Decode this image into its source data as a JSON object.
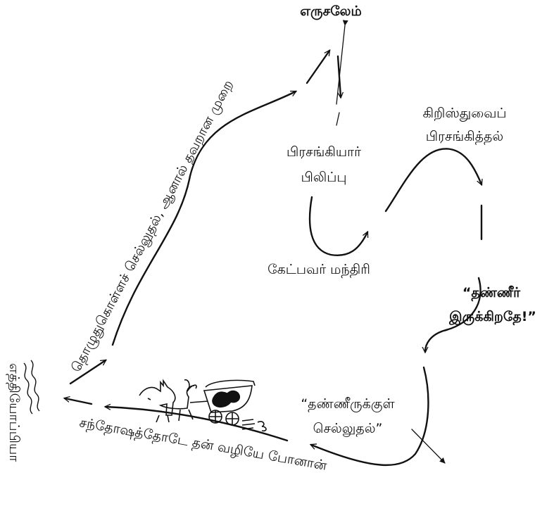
{
  "places": {
    "jerusalem": "எருசலேம்",
    "ethiopia": "எத்தியோப்பியா"
  },
  "events": {
    "preacher_line1": "பிரசங்கியார்",
    "preacher_line2": "பிலிப்பு",
    "preaching_line1": "கிறிஸ்துவைப்",
    "preaching_line2": "பிரசங்கித்தல்",
    "listener": "கேட்பவர் மந்திரி",
    "water_line1": "“தண்ணீர்",
    "water_line2": "இருக்கிறதே!”",
    "into_water_line1": "“தண்ணீருக்குள்",
    "into_water_line2": "செல்லுதல்”"
  },
  "journeys": {
    "worship_trip": "தொழுதுகொள்ளச் செல்லுதல், ஆனால் தவறான முறை",
    "return_trip": "சந்தோஷத்தோடே தன் வழியே போனான்"
  },
  "illustration": {
    "name": "chariot-with-horse"
  }
}
